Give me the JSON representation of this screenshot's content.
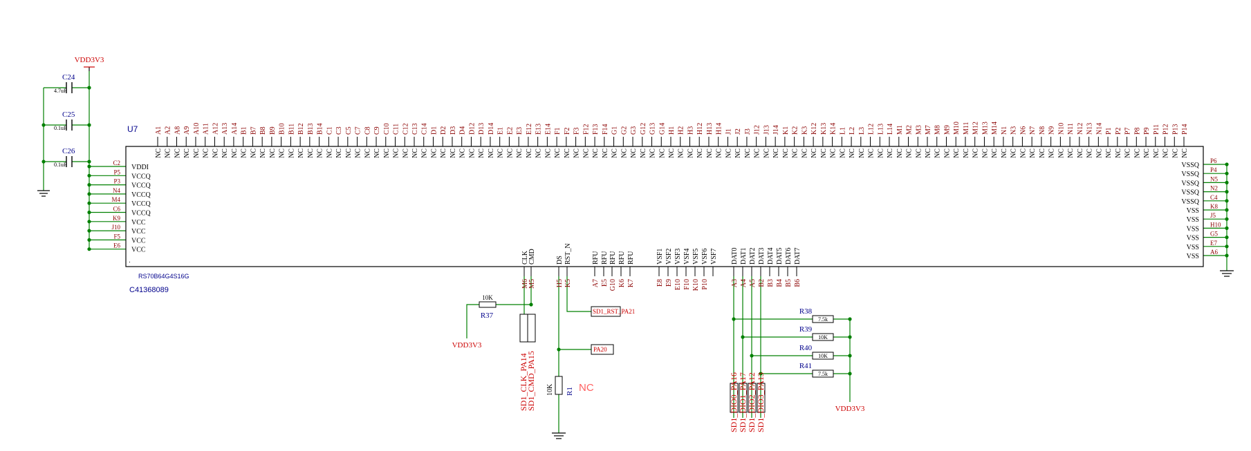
{
  "colors": {
    "wire": "#008000",
    "pin": "#000000",
    "pinnum": "#8b0000",
    "net": "#cc0000",
    "designator": "#00008b",
    "nc_note": "#ff6060"
  },
  "chip": {
    "ref": "U7",
    "part": "RS70B64G4S16G",
    "code": "C41368089",
    "corner_mark": "."
  },
  "power_label": "VDD3V3",
  "caps": [
    {
      "ref": "C24",
      "value": "4.7uF"
    },
    {
      "ref": "C25",
      "value": "0.1uF"
    },
    {
      "ref": "C26",
      "value": "0.1uF"
    }
  ],
  "left_pins": [
    {
      "num": "C2",
      "name": "VDDI"
    },
    {
      "num": "P5",
      "name": "VCCQ"
    },
    {
      "num": "P3",
      "name": "VCCQ"
    },
    {
      "num": "N4",
      "name": "VCCQ"
    },
    {
      "num": "M4",
      "name": "VCCQ"
    },
    {
      "num": "C6",
      "name": "VCCQ"
    },
    {
      "num": "K9",
      "name": "VCC"
    },
    {
      "num": "J10",
      "name": "VCC"
    },
    {
      "num": "F5",
      "name": "VCC"
    },
    {
      "num": "E6",
      "name": "VCC"
    }
  ],
  "right_pins": [
    {
      "num": "P6",
      "name": "VSSQ"
    },
    {
      "num": "P4",
      "name": "VSSQ"
    },
    {
      "num": "N5",
      "name": "VSSQ"
    },
    {
      "num": "N2",
      "name": "VSSQ"
    },
    {
      "num": "C4",
      "name": "VSSQ"
    },
    {
      "num": "K8",
      "name": "VSS"
    },
    {
      "num": "J5",
      "name": "VSS"
    },
    {
      "num": "H10",
      "name": "VSS"
    },
    {
      "num": "G5",
      "name": "VSS"
    },
    {
      "num": "E7",
      "name": "VSS"
    },
    {
      "num": "A6",
      "name": "VSS"
    }
  ],
  "top_pins": {
    "name": "NC",
    "nums": [
      "A1",
      "A2",
      "A8",
      "A9",
      "A10",
      "A11",
      "A12",
      "A13",
      "A14",
      "B1",
      "B7",
      "B8",
      "B9",
      "B10",
      "B11",
      "B12",
      "B13",
      "B14",
      "C1",
      "C3",
      "C5",
      "C7",
      "C8",
      "C9",
      "C10",
      "C11",
      "C12",
      "C13",
      "C14",
      "D1",
      "D2",
      "D3",
      "D4",
      "D12",
      "D13",
      "D14",
      "E1",
      "E2",
      "E3",
      "E12",
      "E13",
      "E14",
      "F1",
      "F2",
      "F3",
      "F12",
      "F13",
      "F14",
      "G1",
      "G2",
      "G3",
      "G12",
      "G13",
      "G14",
      "H1",
      "H2",
      "H3",
      "H12",
      "H13",
      "H14",
      "J1",
      "J2",
      "J3",
      "J12",
      "J13",
      "J14",
      "K1",
      "K2",
      "K3",
      "K12",
      "K13",
      "K14",
      "L1",
      "L2",
      "L3",
      "L12",
      "L13",
      "L14",
      "M1",
      "M2",
      "M3",
      "M7",
      "M8",
      "M9",
      "M10",
      "M11",
      "M12",
      "M13",
      "M14",
      "N1",
      "N3",
      "N6",
      "N7",
      "N8",
      "N9",
      "N10",
      "N11",
      "N12",
      "N13",
      "N14",
      "P1",
      "P2",
      "P7",
      "P8",
      "P9",
      "P11",
      "P12",
      "P13",
      "P14"
    ]
  },
  "bottom_groups": [
    {
      "group": "sd",
      "pins": [
        {
          "num": "M6",
          "name": "CLK"
        },
        {
          "num": "M5",
          "name": "CMD"
        }
      ]
    },
    {
      "group": "rst",
      "pins": [
        {
          "num": "H5",
          "name": "DS"
        },
        {
          "num": "K5",
          "name": "RST_N"
        }
      ]
    },
    {
      "group": "rfu",
      "pins": [
        {
          "num": "A7",
          "name": "RFU"
        },
        {
          "num": "E5",
          "name": "RFU"
        },
        {
          "num": "G10",
          "name": "RFU"
        },
        {
          "num": "K6",
          "name": "RFU"
        },
        {
          "num": "K7",
          "name": "RFU"
        }
      ]
    },
    {
      "group": "vsf",
      "pins": [
        {
          "num": "E8",
          "name": "VSF1"
        },
        {
          "num": "E9",
          "name": "VSF2"
        },
        {
          "num": "E10",
          "name": "VSF3"
        },
        {
          "num": "F10",
          "name": "VSF4"
        },
        {
          "num": "K10",
          "name": "VSF5"
        },
        {
          "num": "P10",
          "name": "VSF6"
        },
        {
          "num": "",
          "name": "VSF7"
        }
      ]
    },
    {
      "group": "dat",
      "pins": [
        {
          "num": "A3",
          "name": "DAT0"
        },
        {
          "num": "A4",
          "name": "DAT1"
        },
        {
          "num": "A5",
          "name": "DAT2"
        },
        {
          "num": "B2",
          "name": "DAT3"
        },
        {
          "num": "B3",
          "name": "DAT4"
        },
        {
          "num": "B4",
          "name": "DAT5"
        },
        {
          "num": "B5",
          "name": "DAT6"
        },
        {
          "num": "B6",
          "name": "DAT7"
        }
      ]
    }
  ],
  "resistors": [
    {
      "ref": "R37",
      "value": "10K"
    },
    {
      "ref": "R38",
      "value": "7.5k"
    },
    {
      "ref": "R39",
      "value": "10K"
    },
    {
      "ref": "R40",
      "value": "10K"
    },
    {
      "ref": "R41",
      "value": "7.5k"
    },
    {
      "ref": "R1",
      "value": "10K"
    }
  ],
  "nets": {
    "clk": "SD1_CLK_PA14",
    "cmd": "SD1_CMD_PA15",
    "rst": "SD1_RST_PA21",
    "ds": "PA20",
    "dio": [
      "SD1_DIO0_PA16",
      "SD1_DIO1_PA17",
      "SD1_DIO2_PA12",
      "SD1_DIO3_PA13"
    ]
  },
  "nc_note": "NC"
}
